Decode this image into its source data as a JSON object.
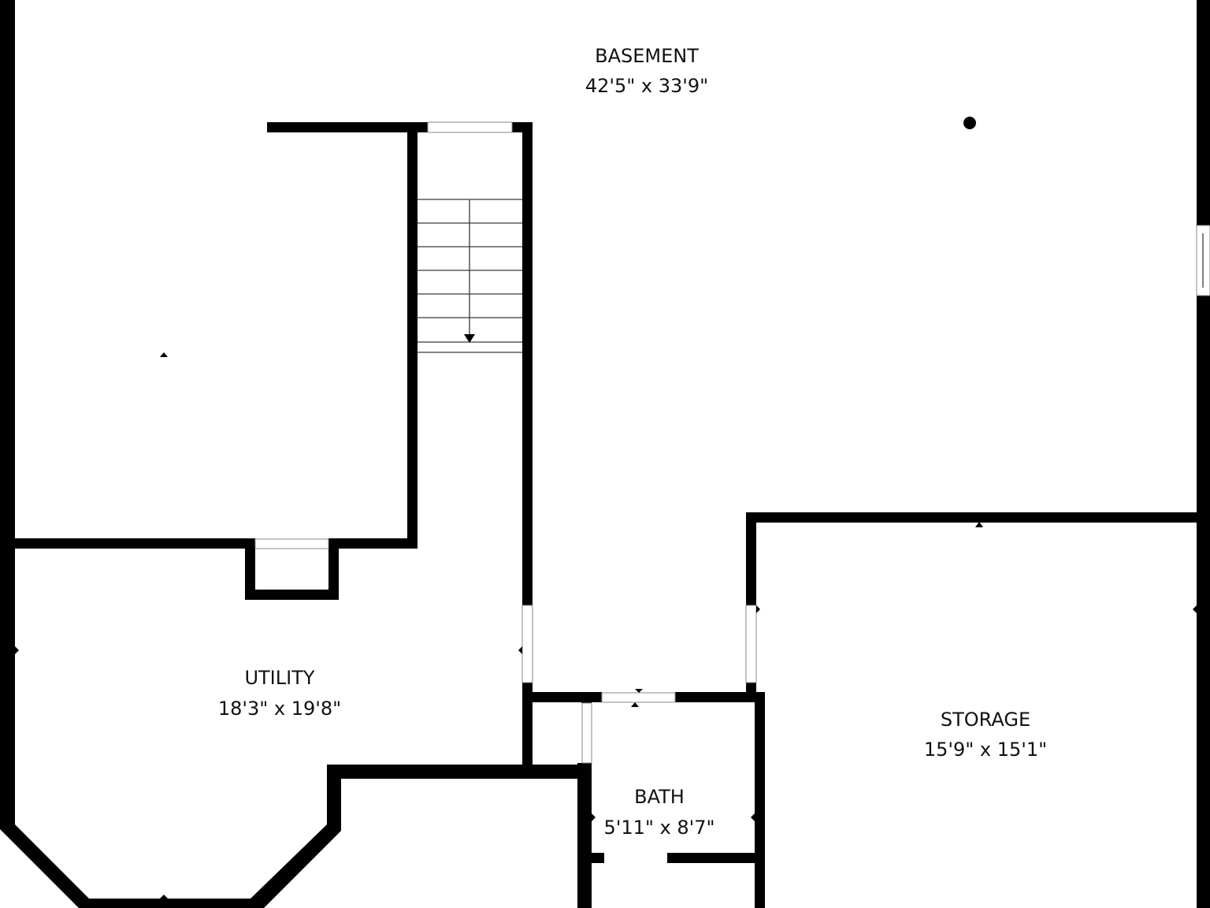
{
  "colors": {
    "wall": "#000000",
    "background": "#ffffff",
    "text": "#111111"
  },
  "rooms": {
    "basement": {
      "name": "BASEMENT",
      "dimensions": "42'5\" x 33'9\""
    },
    "utility": {
      "name": "UTILITY",
      "dimensions": "18'3\" x 19'8\""
    },
    "storage": {
      "name": "STORAGE",
      "dimensions": "15'9\" x 15'1\""
    },
    "bath": {
      "name": "BATH",
      "dimensions": "5'11\" x 8'7\""
    }
  },
  "icons": {
    "stair_arrow": "arrow-down-icon",
    "fixture": "dot-icon",
    "door_marker": "triangle-marker-icon"
  }
}
